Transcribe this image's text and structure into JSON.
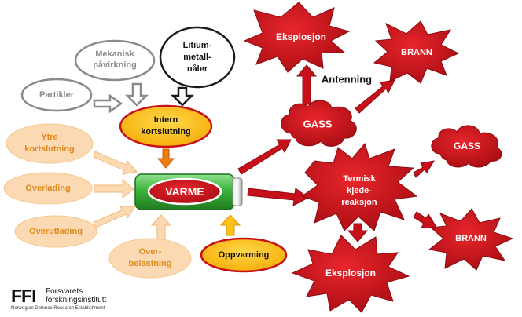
{
  "nodes": {
    "mekanisk": [
      "Mekanisk",
      "påvirkning"
    ],
    "litium": [
      "Litium-",
      "metall-",
      "nåler"
    ],
    "partikler": [
      "Partikler"
    ],
    "intern": [
      "Intern",
      "kortslutning"
    ],
    "ytre": [
      "Ytre",
      "kortslutning"
    ],
    "overlading": [
      "Overlading"
    ],
    "overutlading": [
      "Overutlading"
    ],
    "overbelastning": [
      "Over-",
      "belastning"
    ],
    "varme": [
      "VARME"
    ],
    "oppvarming": [
      "Oppvarming"
    ],
    "eksplosjon_top": [
      "Eksplosjon"
    ],
    "brann_top": [
      "BRANN"
    ],
    "antenning": [
      "Antenning"
    ],
    "gass_mid": [
      "GASS"
    ],
    "termisk": [
      "Termisk",
      "kjede-",
      "reaksjon"
    ],
    "gass_right": [
      "GASS"
    ],
    "brann_bottom": [
      "BRANN"
    ],
    "eksplosjon_bottom": [
      "Eksplosjon"
    ]
  },
  "logo": {
    "mark": "FFI",
    "name_line1": "Forsvarets",
    "name_line2": "forskningsinstitutt",
    "subtitle": "Norwegian Defence Research Establishment"
  },
  "colors": {
    "grey_node": "#8a8a8a",
    "orange_fill": "#fbd9b2",
    "orange_text": "#e08a1e",
    "yellow_fill": "#ffc21a",
    "red": "#c8101a",
    "dark_red": "#8e0a10",
    "battery_green": "#3db43d"
  }
}
